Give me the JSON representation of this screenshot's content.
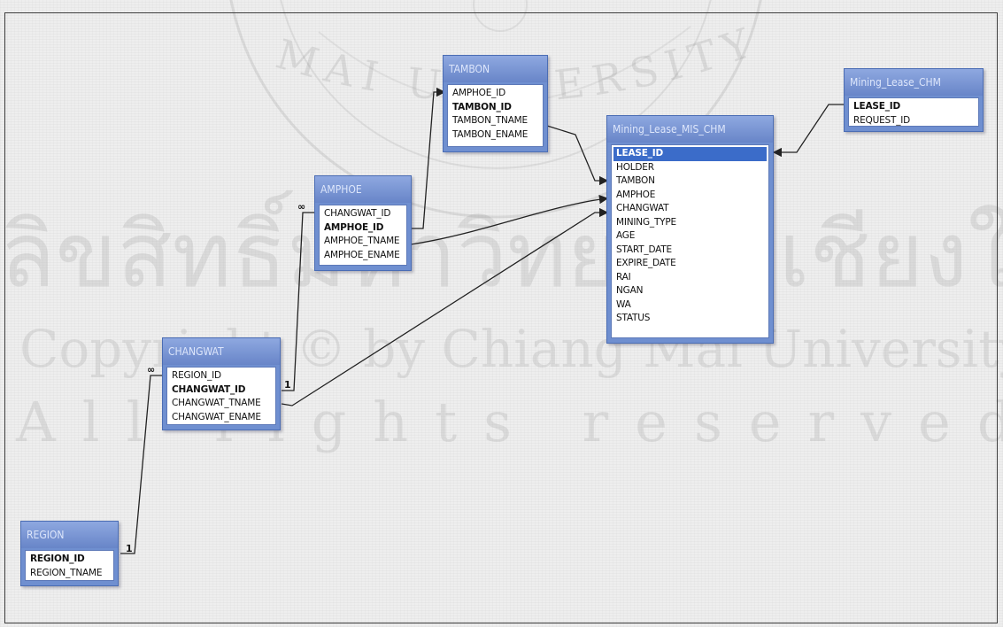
{
  "watermark": {
    "thai": "ลิขสิทธิ์มหาวิทยาลัยเชียงใหม่",
    "copyright": "Copyright © by Chiang Mai University",
    "rights": "All rights reserved",
    "seal_text": "MAI UNIVERSITY"
  },
  "tables": {
    "region": {
      "title": "REGION",
      "fields": [
        "REGION_ID",
        "REGION_TNAME"
      ],
      "key_fields": [
        "REGION_ID"
      ]
    },
    "changwat": {
      "title": "CHANGWAT",
      "fields": [
        "REGION_ID",
        "CHANGWAT_ID",
        "CHANGWAT_TNAME",
        "CHANGWAT_ENAME"
      ],
      "key_fields": [
        "CHANGWAT_ID"
      ]
    },
    "amphoe": {
      "title": "AMPHOE",
      "fields": [
        "CHANGWAT_ID",
        "AMPHOE_ID",
        "AMPHOE_TNAME",
        "AMPHOE_ENAME"
      ],
      "key_fields": [
        "AMPHOE_ID"
      ]
    },
    "tambon": {
      "title": "TAMBON",
      "fields": [
        "AMPHOE_ID",
        "TAMBON_ID",
        "TAMBON_TNAME",
        "TAMBON_ENAME"
      ],
      "key_fields": [
        "TAMBON_ID"
      ]
    },
    "mining_lease_mis": {
      "title": "Mining_Lease_MIS_CHM",
      "fields": [
        "LEASE_ID",
        "HOLDER",
        "TAMBON",
        "AMPHOE",
        "CHANGWAT",
        "MINING_TYPE",
        "AGE",
        "START_DATE",
        "EXPIRE_DATE",
        "RAI",
        "NGAN",
        "WA",
        "STATUS"
      ],
      "key_fields": [
        "LEASE_ID"
      ],
      "selected_field": "LEASE_ID"
    },
    "mining_lease_chm": {
      "title": "Mining_Lease_CHM",
      "fields": [
        "LEASE_ID",
        "REQUEST_ID"
      ],
      "key_fields": [
        "LEASE_ID"
      ]
    }
  },
  "relationships": [
    {
      "from": "REGION.REGION_ID",
      "to": "CHANGWAT.REGION_ID",
      "one_label": "1",
      "many_label": "∞"
    },
    {
      "from": "CHANGWAT.CHANGWAT_ID",
      "to": "AMPHOE.CHANGWAT_ID",
      "one_label": "1",
      "many_label": "∞"
    },
    {
      "from": "AMPHOE.AMPHOE_ID",
      "to": "TAMBON.AMPHOE_ID",
      "one_label": "",
      "many_label": ""
    },
    {
      "from": "TAMBON.TAMBON_TNAME",
      "to": "Mining_Lease_MIS_CHM.TAMBON",
      "one_label": "",
      "many_label": ""
    },
    {
      "from": "AMPHOE.AMPHOE_TNAME",
      "to": "Mining_Lease_MIS_CHM.AMPHOE",
      "one_label": "",
      "many_label": ""
    },
    {
      "from": "CHANGWAT.CHANGWAT_TNAME",
      "to": "Mining_Lease_MIS_CHM.CHANGWAT",
      "one_label": "",
      "many_label": ""
    },
    {
      "from": "Mining_Lease_CHM.LEASE_ID",
      "to": "Mining_Lease_MIS_CHM.LEASE_ID",
      "one_label": "",
      "many_label": ""
    }
  ],
  "colors": {
    "title_bar": "#6f8fd0",
    "selected_row": "#3b6cc9",
    "background": "#eeeeee"
  }
}
